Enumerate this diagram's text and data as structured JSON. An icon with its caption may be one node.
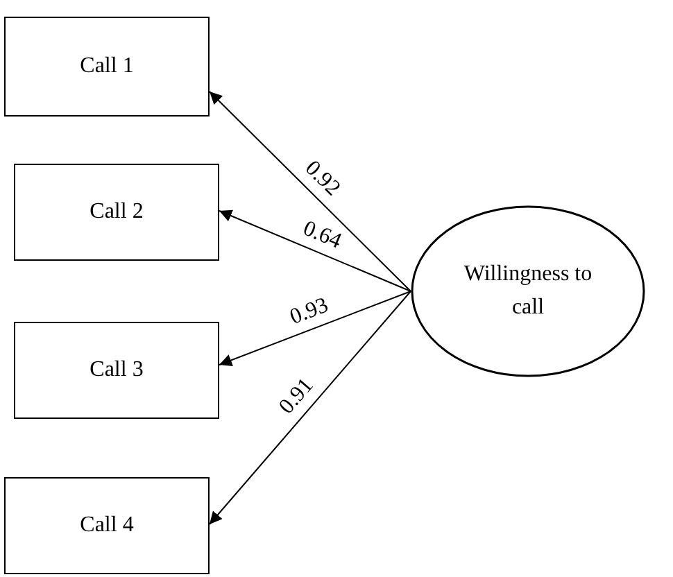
{
  "diagram": {
    "nodes": [
      {
        "text": [
          "Call 1"
        ]
      },
      {
        "text": [
          "Call 2"
        ]
      },
      {
        "text": [
          "Call 3"
        ]
      },
      {
        "text": [
          "Call 4"
        ]
      },
      {
        "text": [
          "Willingness to call"
        ]
      }
    ],
    "edges": [
      {
        "from": 4,
        "to": 0,
        "arrow": "to",
        "label": "0.92"
      },
      {
        "from": 4,
        "to": 1,
        "arrow": "to",
        "label": "0.64"
      },
      {
        "from": 4,
        "to": 2,
        "arrow": "to",
        "label": "0.93"
      },
      {
        "from": 4,
        "to": 3,
        "arrow": "to",
        "label": "0.91"
      }
    ]
  }
}
